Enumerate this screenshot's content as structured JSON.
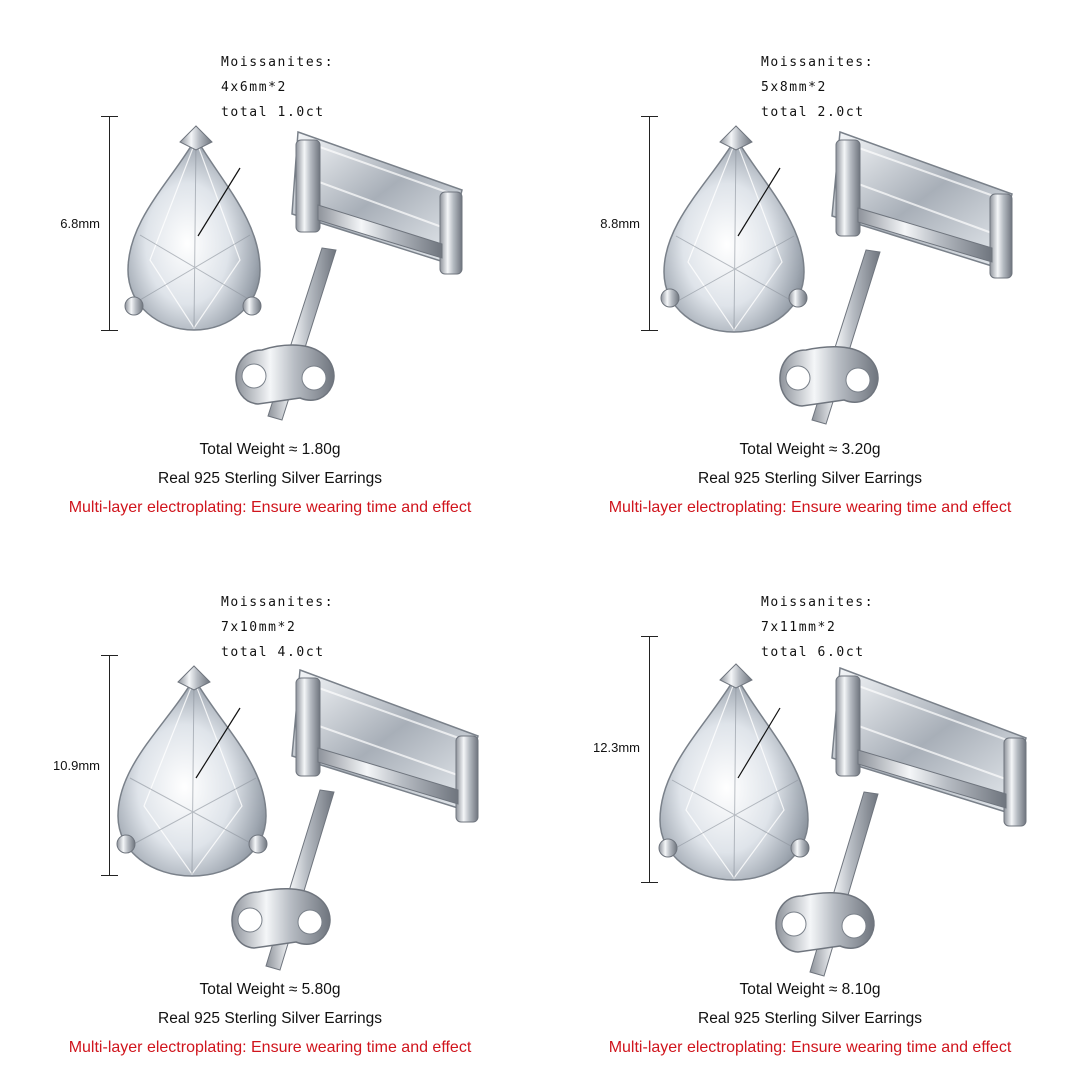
{
  "colors": {
    "note": "#d0141c",
    "text": "#111111",
    "metal": "#c8ccd2",
    "background": "#ffffff"
  },
  "icons": {
    "stone": "pear-diamond-icon",
    "earring": "stud-earring-icon"
  },
  "panels": [
    {
      "spec": {
        "title": "Moissanites:",
        "size": "4x6mm*2",
        "total": "total 1.0ct"
      },
      "dimension": "6.8mm",
      "weight": "Total Weight ≈ 1.80g",
      "material": "Real 925 Sterling Silver Earrings",
      "note": "Multi-layer electroplating: Ensure wearing time and effect"
    },
    {
      "spec": {
        "title": "Moissanites:",
        "size": "5x8mm*2",
        "total": "total 2.0ct"
      },
      "dimension": "8.8mm",
      "weight": "Total Weight ≈ 3.20g",
      "material": "Real 925 Sterling Silver Earrings",
      "note": "Multi-layer electroplating: Ensure wearing time and effect"
    },
    {
      "spec": {
        "title": "Moissanites:",
        "size": "7x10mm*2",
        "total": "total 4.0ct"
      },
      "dimension": "10.9mm",
      "weight": "Total Weight ≈ 5.80g",
      "material": "Real 925 Sterling Silver Earrings",
      "note": "Multi-layer electroplating: Ensure wearing time and effect"
    },
    {
      "spec": {
        "title": "Moissanites:",
        "size": "7x11mm*2",
        "total": "total 6.0ct"
      },
      "dimension": "12.3mm",
      "weight": "Total Weight ≈ 8.10g",
      "material": "Real 925 Sterling Silver Earrings",
      "note": "Multi-layer electroplating: Ensure wearing time and effect"
    }
  ]
}
